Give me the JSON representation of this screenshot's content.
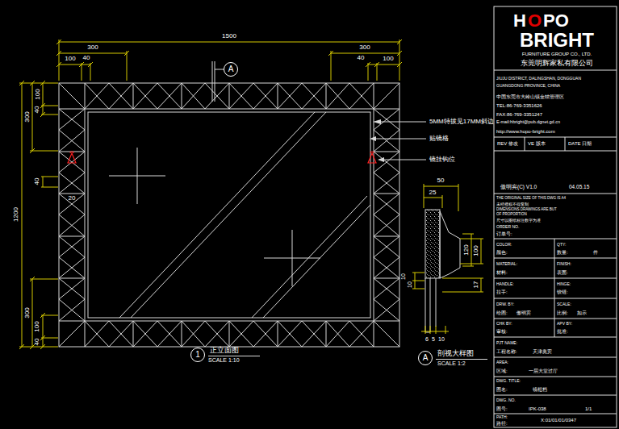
{
  "diagram": {
    "nodes": [
      {
        "text": [
          "A"
        ]
      },
      {
        "text": [
          "1",
          "正立面图",
          "SCALE 1:10"
        ]
      },
      {
        "text": [
          "A",
          "剖视大样图",
          "SCALE 1:2"
        ]
      }
    ],
    "labels": [
      "1500",
      "300",
      "300",
      "100",
      "40",
      "40",
      "100",
      "300",
      "40",
      "100",
      "1200",
      "40",
      "20",
      "300",
      "100",
      "40",
      "5MM特拔见17MM斜边",
      "贴镜格",
      "镜挂钩位",
      "50",
      "25",
      "120",
      "100",
      "17",
      "10",
      "10",
      "6",
      "5",
      "10",
      "H",
      "O",
      "PO",
      "BRIGHT",
      "FURNITURE GROUP CO., LTD.",
      "东莞明辉家私有限公司",
      "JIUJU DISTRICT, DALINGSHAN, DONGGUAN",
      "GUANGDONG PROVINCE, CHINA",
      "中国东莞市大岭山镇金桔管理区",
      "TEL:86-769-3351626",
      "FAX:86-769-3351247",
      "E-mail:hbright@pub.dgnet.gd.cn",
      "http://www.hopo-bright.com",
      "REV 修改",
      "VE 版本",
      "DATE 日期",
      "傲明宾(C) V1.0",
      "04.05.15",
      "THE ORIGINAL SIZE OF THIS DWG IS A4",
      "未经授权不得复制",
      "DIMENSIONS DRAWINGS ARE BUT",
      "OF PROPORTION",
      "尺寸以图纸标注数字为准",
      "ORDER NO.",
      "订单号:",
      "COLOR:",
      "QTY:",
      "颜色:",
      "数量:",
      "件",
      "MATERIAL:",
      "FINISH:",
      "材料:",
      "表面:",
      "HANDLE:",
      "HINGE:",
      "拉手:",
      "铰链:",
      "DRW. BY:",
      "SCALE:",
      "绘图:",
      "傲明宾",
      "比例:",
      "如示",
      "CHK BY:",
      "APV BY:",
      "审核:",
      "批准:",
      "PJT NAME:",
      "工程名称:",
      "天津奥宾",
      "AREA:",
      "区域:",
      "一层大堂过厅",
      "DWG. TITLE:",
      "图名:",
      "镜框档",
      "DWG. NO.",
      "图号:",
      "IPK-038",
      "1/1",
      "PATH:",
      "路径:",
      "X:01/01/01/0347"
    ]
  }
}
